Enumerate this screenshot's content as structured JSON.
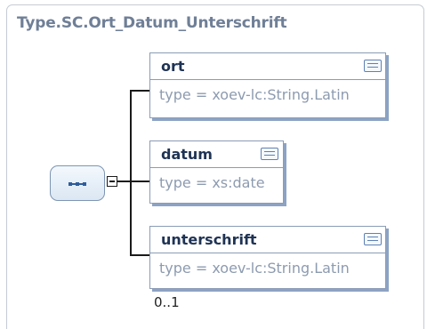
{
  "diagram": {
    "title": "Type.SC.Ort_Datum_Unterschrift",
    "compositor": {
      "kind": "sequence",
      "icon": "sequence-icon",
      "collapse_icon": "minus-icon"
    },
    "elements": [
      {
        "name": "ort",
        "type": "type = xoev-lc:String.Latin",
        "icon": "documentation-icon"
      },
      {
        "name": "datum",
        "type": "type = xs:date",
        "icon": "documentation-icon"
      },
      {
        "name": "unterschrift",
        "type": "type = xoev-lc:String.Latin",
        "icon": "documentation-icon",
        "cardinality": "0..1"
      }
    ]
  },
  "colors": {
    "title": "#6f7f97",
    "box_border": "#8b9cb6",
    "box_shadow": "#8da3c4",
    "element_name": "#1f3354",
    "type_text": "#8d9bb0"
  }
}
